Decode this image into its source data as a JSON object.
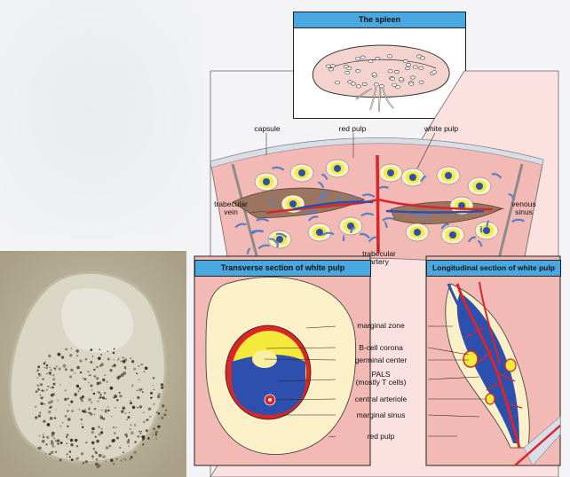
{
  "spleen_panel": {
    "title": "The spleen"
  },
  "top_labels": {
    "capsule": "capsule",
    "red_pulp": "red pulp",
    "white_pulp": "white pulp",
    "trabecular_vein": "trabecular vein",
    "venous_sinus": "venous sinus",
    "trabecular_artery": "trabecular artery"
  },
  "transverse": {
    "title": "Transverse section of white pulp",
    "labels": {
      "marginal_zone": "marginal zone",
      "b_cell_corona": "B-cell corona",
      "germinal_center": "germinal center",
      "pals": "PALS",
      "pals_sub": "(mostly T cells)",
      "central_arteriole": "central arteriole",
      "marginal_sinus": "marginal sinus",
      "red_pulp": "red pulp"
    }
  },
  "longitudinal": {
    "title": "Longitudinal section of white pulp"
  },
  "colors": {
    "red_pulp": "#f2b8b4",
    "marginal_zone": "#fbf0c8",
    "b_cell_corona": "#f5ea3c",
    "pals": "#2d4fae",
    "artery": "#d8262a",
    "title_bar": "#4aa8e0"
  }
}
